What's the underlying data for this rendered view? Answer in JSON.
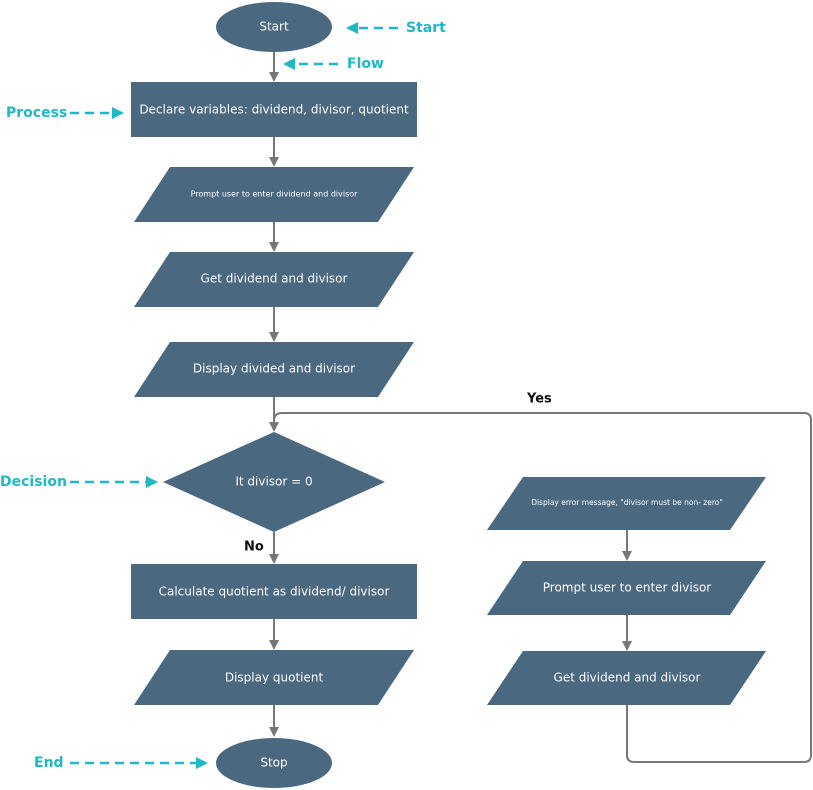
{
  "legend": {
    "start": "Start",
    "flow": "Flow",
    "process": "Process",
    "decision": "Decision",
    "end": "End"
  },
  "nodes": {
    "start": "Start",
    "declare": "Declare variables: dividend, divisor, quotient",
    "prompt_both": "Prompt user to enter dividend and divisor",
    "get_both": "Get dividend and divisor",
    "display_both": "Display divided and divisor",
    "decision": "It divisor = 0",
    "calculate": "Calculate quotient as dividend/ divisor",
    "display_quotient": "Display quotient",
    "stop": "Stop",
    "error_message": "Display error message, \"divisor must be non- zero\"",
    "prompt_divisor": "Prompt user to enter divisor",
    "get_again": "Get dividend and divisor"
  },
  "edge_labels": {
    "yes": "Yes",
    "no": "No"
  },
  "colors": {
    "node_fill": "#4a6880",
    "node_text": "#ffffff",
    "edge": "#777777",
    "legend": "#1fb8c4"
  }
}
